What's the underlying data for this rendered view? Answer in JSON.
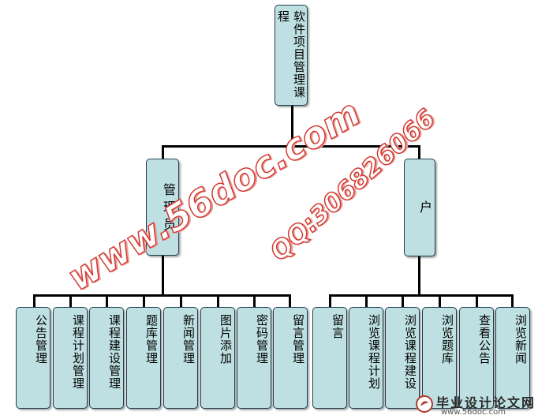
{
  "diagram": {
    "root": {
      "label": "软件项目管理课程"
    },
    "roles": [
      {
        "id": "admin",
        "label": "管理员"
      },
      {
        "id": "user",
        "label": "户"
      }
    ],
    "admin_children": [
      {
        "label": "公告管理"
      },
      {
        "label": "课程计划管理"
      },
      {
        "label": "课程建设管理"
      },
      {
        "label": "题库管理"
      },
      {
        "label": "新闻管理"
      },
      {
        "label": "图片添加"
      },
      {
        "label": "密码管理"
      },
      {
        "label": "留言管理"
      }
    ],
    "user_children": [
      {
        "label": "留言"
      },
      {
        "label": "浏览课程计划"
      },
      {
        "label": "浏览课程建设"
      },
      {
        "label": "浏览题库"
      },
      {
        "label": "查看公告"
      },
      {
        "label": "浏览新闻"
      }
    ]
  },
  "watermark": {
    "site": "www.56doc.com",
    "qq": "QQ:306826066"
  },
  "footer": {
    "brand": "毕业设计论文网",
    "url": "www.56doc.com"
  },
  "colors": {
    "node_fill": "#bfe0e2",
    "node_border": "#1f3f4f",
    "edge": "#000000",
    "watermark_stroke": "#d23a32"
  }
}
